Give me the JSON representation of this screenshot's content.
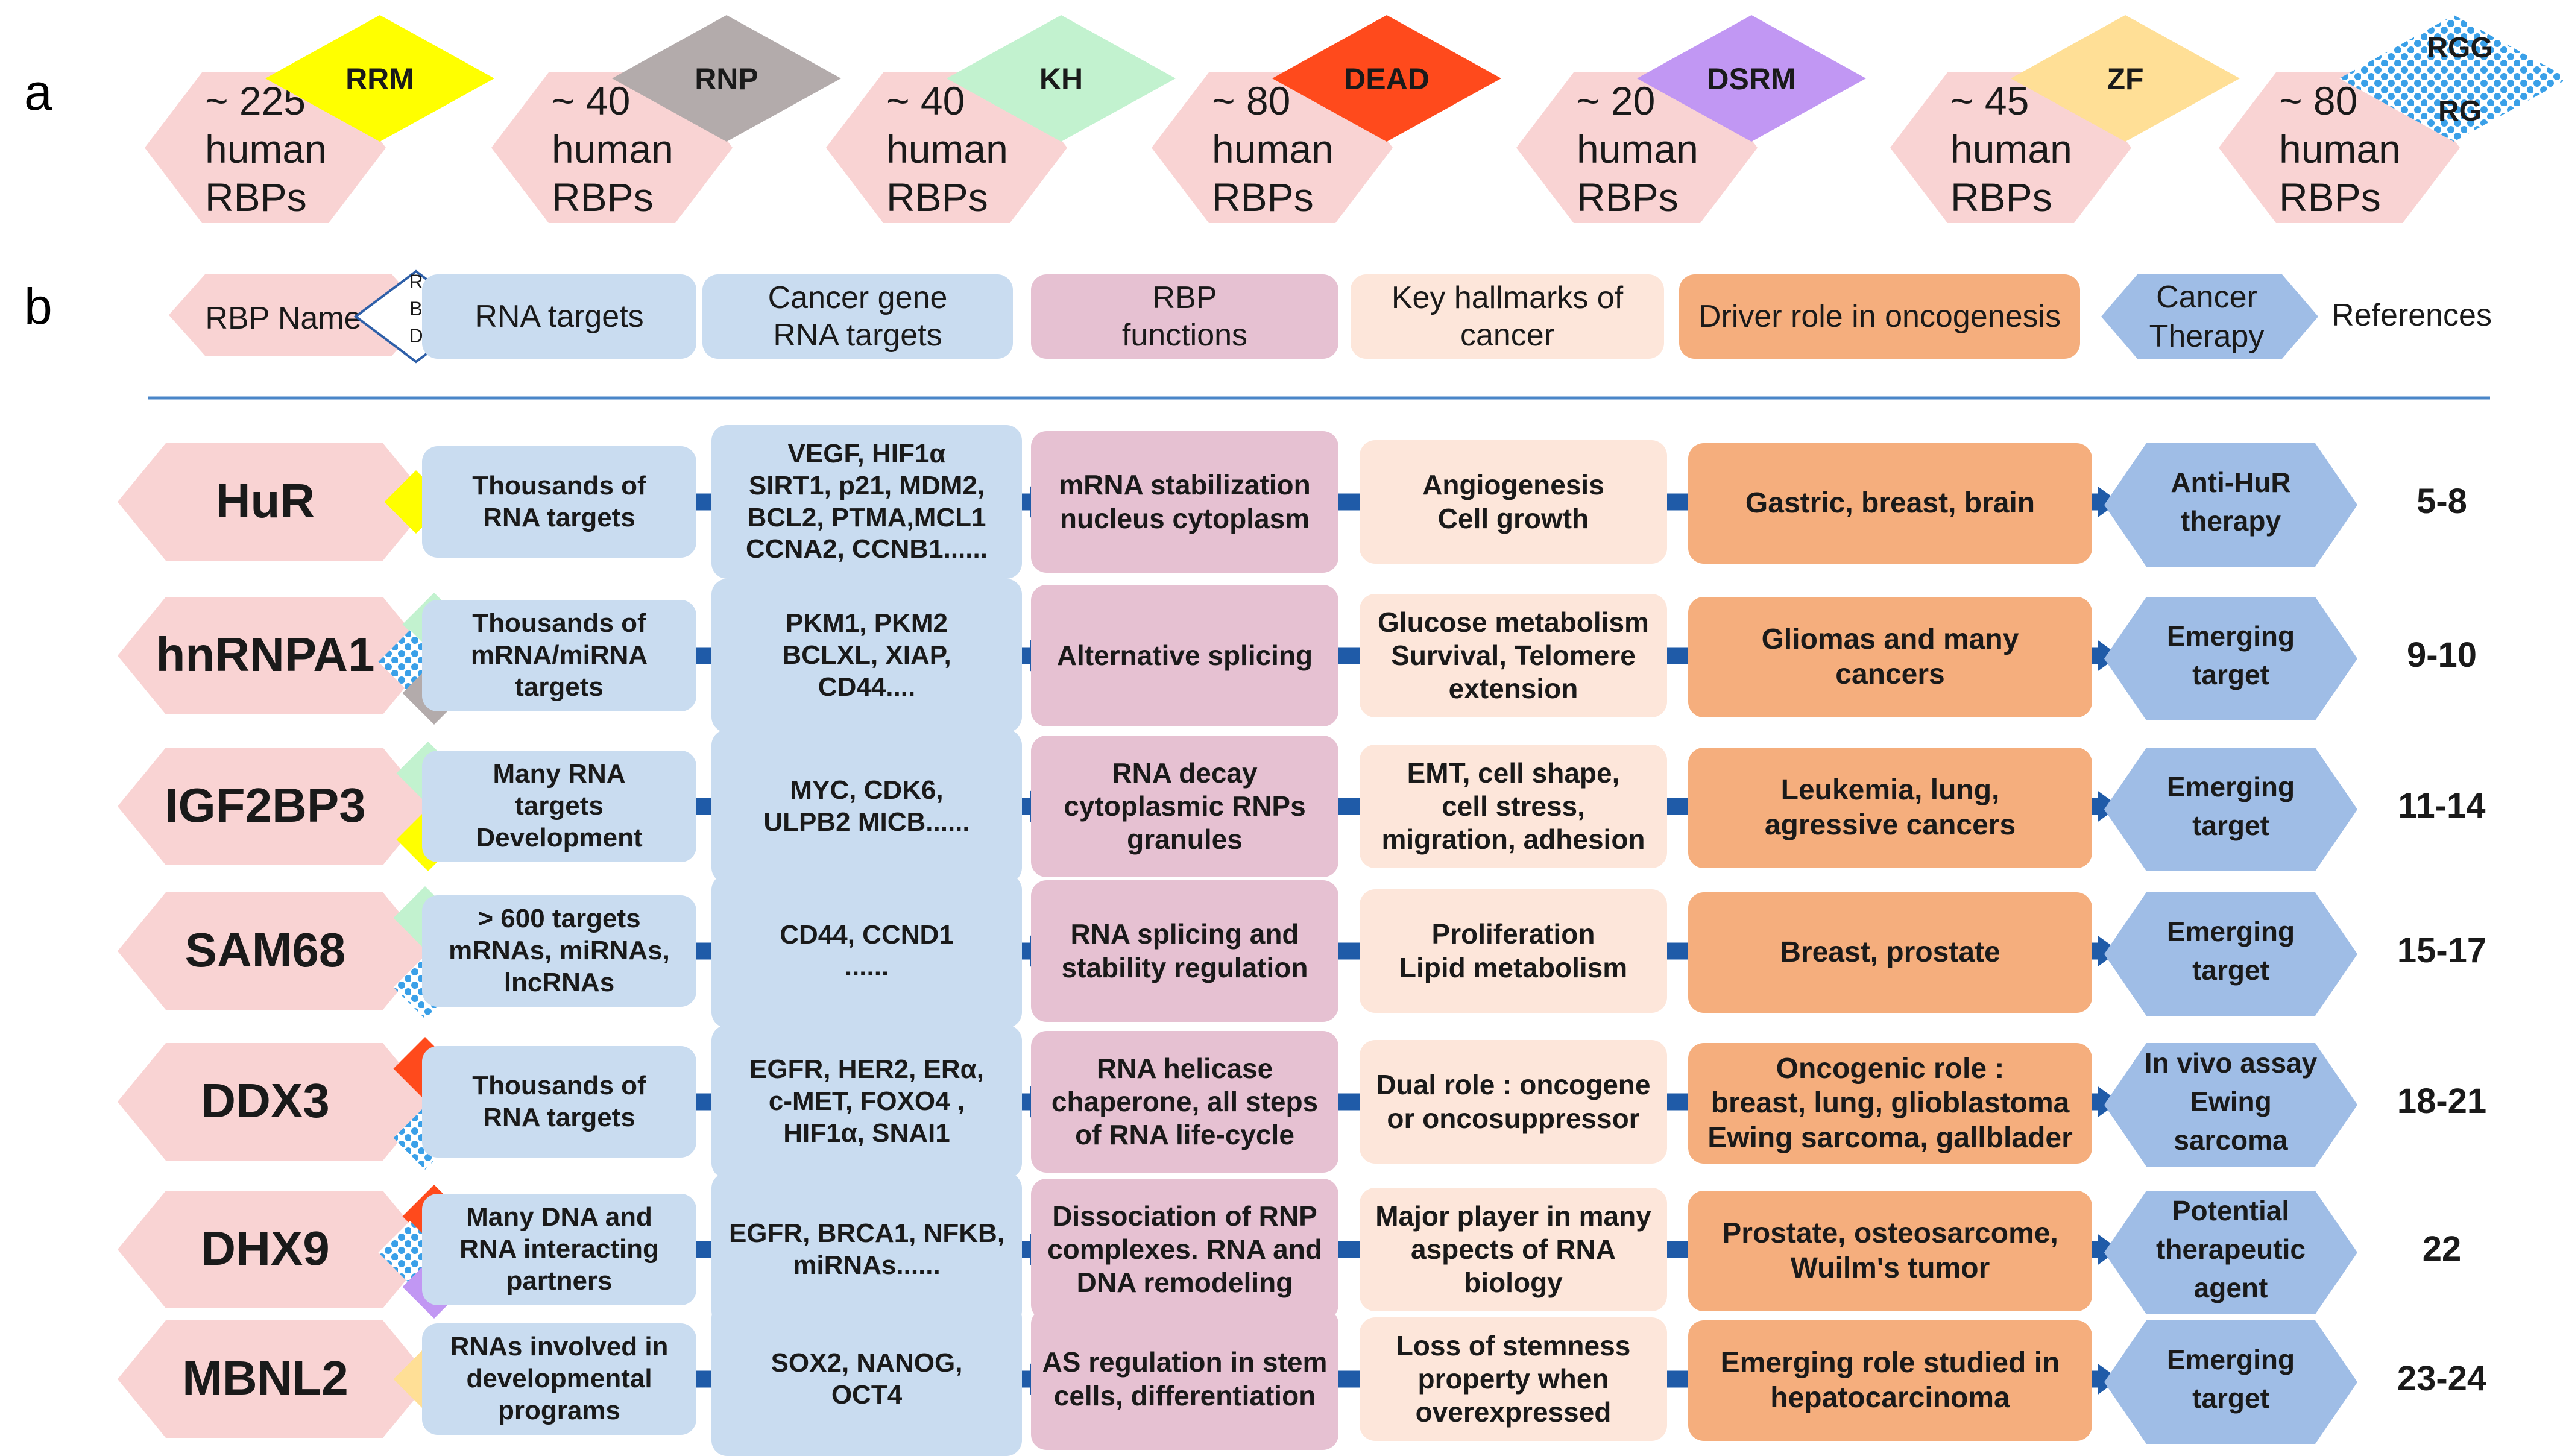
{
  "panel_labels": {
    "a": "a",
    "b": "b"
  },
  "colors": {
    "pink_hex": "#f9d3d3",
    "blue": "#c9dcf0",
    "pink_box": "#e6c1d2",
    "peach": "#fde6da",
    "orange": "#f5ae7d",
    "therapy": "#9fbde6",
    "arrow": "#1f5ba8",
    "rrm": "#ffff00",
    "rnp": "#b3abab",
    "kh": "#c2f2cf",
    "dead": "#ff4a1c",
    "dsrm": "#c197f3",
    "zf": "#ffdf96",
    "rgg": "#3aa0e8",
    "divider": "#4a86c8"
  },
  "domains": [
    {
      "label": "RRM",
      "count": "~ 225",
      "l2": "human",
      "l3": "RBPs"
    },
    {
      "label": "RNP",
      "count": "~ 40",
      "l2": "human",
      "l3": "RBPs"
    },
    {
      "label": "KH",
      "count": "~ 40",
      "l2": "human",
      "l3": "RBPs"
    },
    {
      "label": "DEAD",
      "count": "~ 80",
      "l2": "human",
      "l3": "RBPs"
    },
    {
      "label": "DSRM",
      "count": "~ 20",
      "l2": "human",
      "l3": "RBPs"
    },
    {
      "label": "ZF",
      "count": "~ 45",
      "l2": "human",
      "l3": "RBPs"
    },
    {
      "label": "RGG",
      "label2": "RG",
      "count": "~ 80",
      "l2": "human",
      "l3": "RBPs"
    }
  ],
  "header": {
    "rbp_name": "RBP Name",
    "rbd": [
      "R",
      "B",
      "D"
    ],
    "rna_targets": "RNA targets",
    "cancer_gene": [
      "Cancer gene",
      "RNA targets"
    ],
    "rbp_functions": [
      "RBP",
      "functions"
    ],
    "hallmarks": [
      "Key hallmarks of",
      "cancer"
    ],
    "driver": "Driver role in oncogenesis",
    "therapy": [
      "Cancer",
      "Therapy"
    ],
    "references": "References"
  },
  "rows": [
    {
      "name": "HuR",
      "targets": [
        "Thousands of",
        "RNA targets"
      ],
      "genes": [
        "VEGF, HIF1α",
        "SIRT1, p21, MDM2,",
        "BCL2, PTMA,MCL1",
        "CCNA2, CCNB1......"
      ],
      "functions": [
        "mRNA stabilization",
        "nucleus cytoplasm"
      ],
      "hallmarks": [
        "Angiogenesis",
        "Cell growth"
      ],
      "driver": [
        "Gastric,  breast,  brain"
      ],
      "therapy": [
        "Anti-HuR",
        "therapy"
      ],
      "refs": "5-8"
    },
    {
      "name": "hnRNPA1",
      "targets": [
        "Thousands of",
        "mRNA/miRNA",
        "targets"
      ],
      "genes": [
        "PKM1, PKM2",
        "BCLXL, XIAP,",
        "CD44...."
      ],
      "functions": [
        "Alternative splicing"
      ],
      "hallmarks": [
        "Glucose metabolism",
        "Survival, Telomere",
        "extension"
      ],
      "driver": [
        "Gliomas and many",
        "cancers"
      ],
      "therapy": [
        "Emerging",
        "target"
      ],
      "refs": "9-10"
    },
    {
      "name": "IGF2BP3",
      "targets": [
        "Many RNA",
        "targets",
        "Development"
      ],
      "genes": [
        "MYC, CDK6,",
        "ULPB2 MICB......"
      ],
      "functions": [
        "RNA decay",
        "cytoplasmic RNPs",
        "granules"
      ],
      "hallmarks": [
        "EMT, cell shape,",
        "cell stress,",
        "migration, adhesion"
      ],
      "driver": [
        "Leukemia,  lung,",
        "agressive cancers"
      ],
      "therapy": [
        "Emerging",
        "target"
      ],
      "refs": "11-14"
    },
    {
      "name": "SAM68",
      "targets": [
        "> 600 targets",
        "mRNAs,  miRNAs,",
        "lncRNAs"
      ],
      "genes": [
        "CD44, CCND1",
        "......"
      ],
      "functions": [
        "RNA splicing and",
        "stability regulation"
      ],
      "hallmarks": [
        "Proliferation",
        "Lipid metabolism"
      ],
      "driver": [
        "Breast,  prostate"
      ],
      "therapy": [
        "Emerging",
        "target"
      ],
      "refs": "15-17"
    },
    {
      "name": "DDX3",
      "targets": [
        "Thousands of",
        "RNA  targets"
      ],
      "genes": [
        "EGFR, HER2, ERα,",
        "c-MET, FOXO4 ,",
        "HIF1α, SNAI1"
      ],
      "functions": [
        "RNA helicase",
        "chaperone, all steps",
        "of RNA life-cycle"
      ],
      "hallmarks": [
        "Dual role : oncogene",
        "or  oncosuppressor"
      ],
      "driver": [
        "Oncogenic role :",
        "breast, lung, glioblastoma",
        "Ewing sarcoma, gallblader"
      ],
      "therapy": [
        "In vivo assay",
        "Ewing",
        "sarcoma"
      ],
      "refs": "18-21"
    },
    {
      "name": "DHX9",
      "targets": [
        "Many DNA and",
        "RNA interacting",
        "partners"
      ],
      "genes": [
        "EGFR, BRCA1,  NFKB,",
        "miRNAs......"
      ],
      "functions": [
        "Dissociation  of RNP",
        "complexes.  RNA and",
        "DNA remodeling"
      ],
      "hallmarks": [
        "Major player in many",
        "aspects of RNA",
        "biology"
      ],
      "driver": [
        "Prostate,  osteosarcome,",
        "Wuilm's tumor"
      ],
      "therapy": [
        "Potential",
        "therapeutic",
        "agent"
      ],
      "refs": "22"
    },
    {
      "name": "MBNL2",
      "targets": [
        "RNAs involved  in",
        "developmental",
        "programs"
      ],
      "genes": [
        "SOX2, NANOG,",
        "OCT4"
      ],
      "functions": [
        "AS regulation  in stem",
        "cells,  differentiation"
      ],
      "hallmarks": [
        "Loss of stemness",
        "property  when",
        "overexpressed"
      ],
      "driver": [
        "Emerging role studied in",
        "hepatocarcinoma"
      ],
      "therapy": [
        "Emerging",
        "target"
      ],
      "refs": "23-24"
    }
  ]
}
